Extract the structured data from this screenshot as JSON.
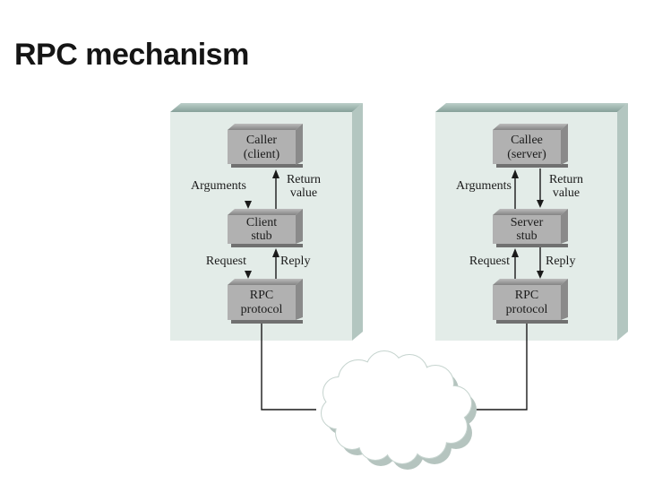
{
  "slide": {
    "title": "RPC mechanism"
  },
  "client_side": {
    "caller_box": {
      "line1": "Caller",
      "line2": "(client)"
    },
    "stub_box": {
      "line1": "Client",
      "line2": "stub"
    },
    "protocol_box": {
      "line1": "RPC",
      "line2": "protocol"
    },
    "arguments_label": "Arguments",
    "return_label": {
      "line1": "Return",
      "line2": "value"
    },
    "request_label": "Request",
    "reply_label": "Reply"
  },
  "server_side": {
    "callee_box": {
      "line1": "Callee",
      "line2": "(server)"
    },
    "stub_box": {
      "line1": "Server",
      "line2": "stub"
    },
    "protocol_box": {
      "line1": "RPC",
      "line2": "protocol"
    },
    "arguments_label": "Arguments",
    "return_label": {
      "line1": "Return",
      "line2": "value"
    },
    "request_label": "Request",
    "reply_label": "Reply"
  },
  "shapes": {
    "network_cloud": "cloud-shape"
  },
  "colors": {
    "background": "#ffffff",
    "panel_face": "#e3ece8",
    "panel_top_face": "#8fa89f",
    "panel_side_face": "#b3c6c0",
    "box_face": "#b1b1b1",
    "box_top_bevel": "#959595",
    "box_side_bevel": "#8a8a8a",
    "box_shadow": "#707070",
    "cloud_shadow": "#b5c4bf",
    "cloud_outline": "#c6d4cf",
    "line_color": "#1a1a1a",
    "text_color": "#1b1b1b"
  }
}
